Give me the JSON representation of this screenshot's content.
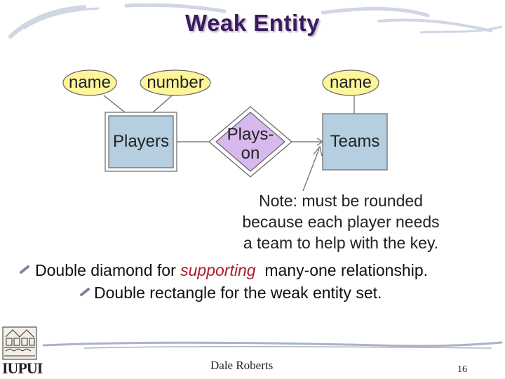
{
  "slide": {
    "title": "Weak Entity",
    "diagram": {
      "attr_name_player": "name",
      "attr_number": "number",
      "attr_name_team": "name",
      "entity_players": "Players",
      "relationship_line1": "Plays-",
      "relationship_line2": "on",
      "entity_teams": "Teams"
    },
    "note": {
      "line1": "Note: must be rounded",
      "line2": "because each player needs",
      "line3": "a team to help with the key."
    },
    "bullets": {
      "b1_pre": "Double diamond for ",
      "b1_em": "supporting",
      "b1_post": "  many-one relationship.",
      "b2": "Double rectangle for the weak entity set."
    },
    "footer": {
      "logo": "IUPUI",
      "author": "Dale Roberts",
      "page": "16"
    },
    "colors": {
      "title": "#3d1a5e",
      "ellipse_fill": "#fcf59a",
      "entity_fill": "#b5cfe0",
      "diamond_fill": "#d7b9ee",
      "emphasis": "#b01b2a"
    }
  }
}
